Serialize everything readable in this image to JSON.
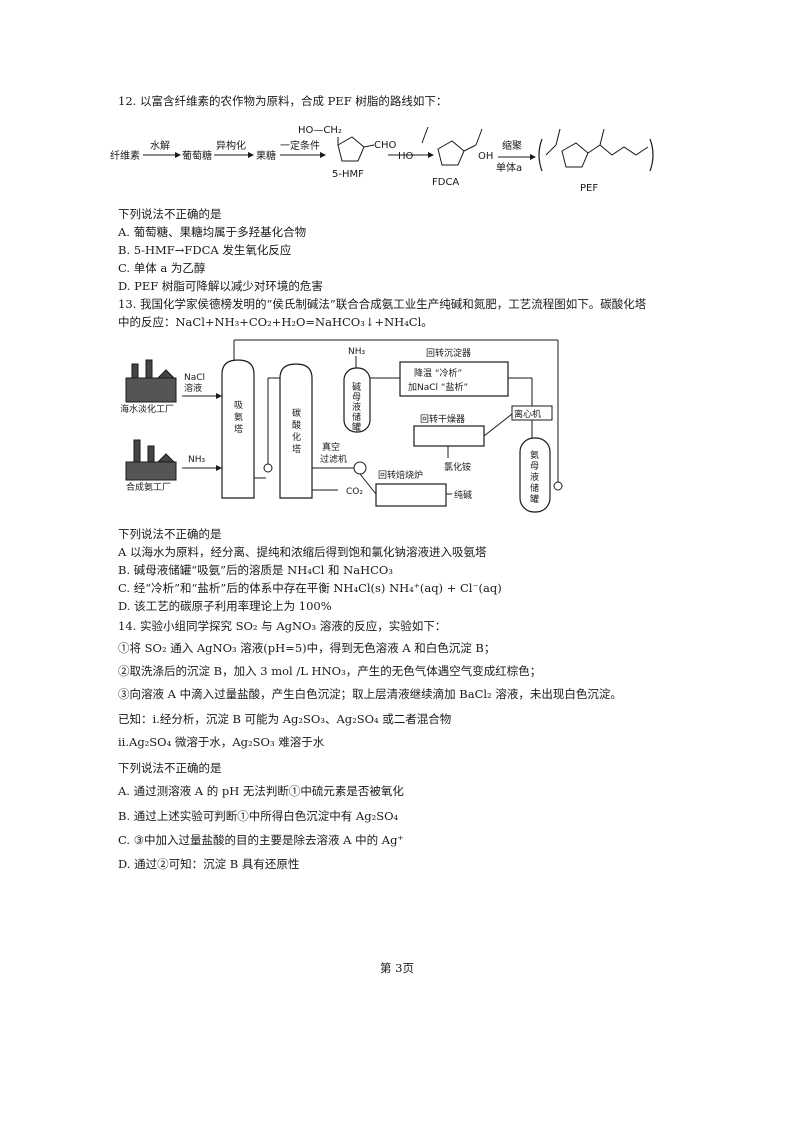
{
  "q12": {
    "stem": "12. 以富含纤维素的农作物为原料，合成 PEF 树脂的路线如下：",
    "scheme": {
      "start": "纤维素",
      "step1_reagent": "水解",
      "step1_product": "葡萄糖",
      "step2_reagent": "异构化",
      "step2_product": "果糖",
      "step3_reagent": "一定条件",
      "hmf_label": "5-HMF",
      "hmf_group_left": "HO—CH₂",
      "hmf_group_right": "CHO",
      "fdca_label": "FDCA",
      "fdca_left": "HO",
      "fdca_right": "OH",
      "step4_reagent_top": "缩聚",
      "step4_reagent_bottom": "单体a",
      "pef_label": "PEF"
    },
    "ask": "下列说法不正确的是",
    "options": [
      "A. 葡萄糖、果糖均属于多羟基化合物",
      "B. 5-HMF→FDCA  发生氧化反应",
      "C. 单体 a 为乙醇",
      "D. PEF 树脂可降解以减少对环境的危害"
    ]
  },
  "q13": {
    "stem_line1": "13. 我国化学家侯德榜发明的“侯氏制碱法”联合合成氨工业生产纯碱和氮肥，工艺流程图如下。碳酸化塔",
    "stem_line2": "中的反应：NaCl+NH₃+CO₂+H₂O=NaHCO₃↓+NH₄Cl。",
    "diagram": {
      "plant_sea": "海水淡化工厂",
      "plant_nh3": "合成氨工厂",
      "nacl_feed_1": "NaCl",
      "nacl_feed_2": "溶液",
      "nh3_feed": "NH₃",
      "tower_absorb": "吸氨塔",
      "tower_carbon": "碳酸化塔",
      "nh3_top": "NH₃",
      "mother_tank": "碱母液储罐",
      "vac_filter_1": "真空",
      "vac_filter_2": "过滤机",
      "co2": "CO₂",
      "rotary_precip": "回转沉淀器",
      "precip_inner_1": "降温 “冷析”",
      "precip_inner_2": "加NaCl “盐析”",
      "centrifuge": "离心机",
      "rotary_dryer": "回转干燥器",
      "nh4cl_out": "氯化铵",
      "rotary_kiln": "回转焙烧炉",
      "soda_out": "纯碱",
      "ammonia_tank": "氨母液储罐"
    },
    "ask": "下列说法不正确的是",
    "options": [
      "A  以海水为原料，经分离、提纯和浓缩后得到饱和氯化钠溶液进入吸氨塔",
      "B. 碱母液储罐“吸氨”后的溶质是 NH₄Cl 和 NaHCO₃",
      "C. 经“冷析”和“盐析”后的体系中存在平衡 NH₄Cl(s)          NH₄⁺(aq) + Cl⁻(aq)",
      "D. 该工艺的碳原子利用率理论上为 100%"
    ]
  },
  "q14": {
    "stem": "14. 实验小组同学探究 SO₂ 与 AgNO₃ 溶液的反应，实验如下：",
    "steps": [
      "①将 SO₂ 通入 AgNO₃ 溶液(pH=5)中，得到无色溶液 A 和白色沉淀 B；",
      "②取洗涤后的沉淀 B，加入 3 mol /L HNO₃，产生的无色气体遇空气变成红棕色；",
      "③向溶液 A 中滴入过量盐酸，产生白色沉淀；取上层清液继续滴加 BaCl₂ 溶液，未出现白色沉淀。"
    ],
    "known_1": "已知：i.经分析，沉淀 B 可能为 Ag₂SO₃、Ag₂SO₄ 或二者混合物",
    "known_2": "ii.Ag₂SO₄ 微溶于水，Ag₂SO₃ 难溶于水",
    "ask": "下列说法不正确的是",
    "options": [
      "A. 通过测溶液 A 的 pH 无法判断①中硫元素是否被氧化",
      "B. 通过上述实验可判断①中所得白色沉淀中有 Ag₂SO₄",
      "C. ③中加入过量盐酸的目的主要是除去溶液 A 中的 Ag⁺",
      "D. 通过②可知：沉淀 B 具有还原性"
    ]
  },
  "footer": {
    "page": "第 3页"
  }
}
